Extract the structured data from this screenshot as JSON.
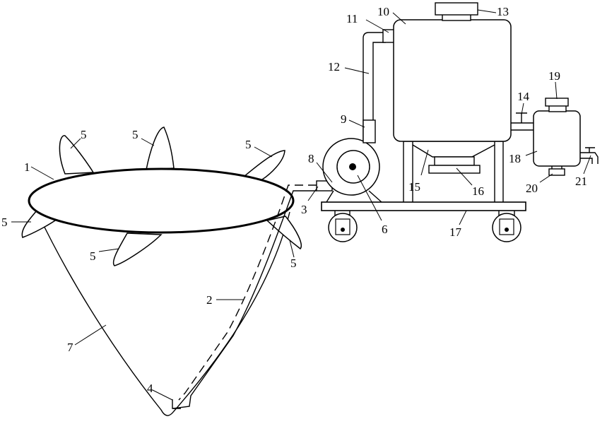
{
  "labels": {
    "l1": "1",
    "l2": "2",
    "l3": "3",
    "l4": "4",
    "l5a": "5",
    "l5b": "5",
    "l5c": "5",
    "l5d": "5",
    "l5e": "5",
    "l5f": "5",
    "l6": "6",
    "l7": "7",
    "l8": "8",
    "l9": "9",
    "l10": "10",
    "l11": "11",
    "l12": "12",
    "l13": "13",
    "l14": "14",
    "l15": "15",
    "l16": "16",
    "l17": "17",
    "l18": "18",
    "l19": "19",
    "l20": "20",
    "l21": "21"
  }
}
